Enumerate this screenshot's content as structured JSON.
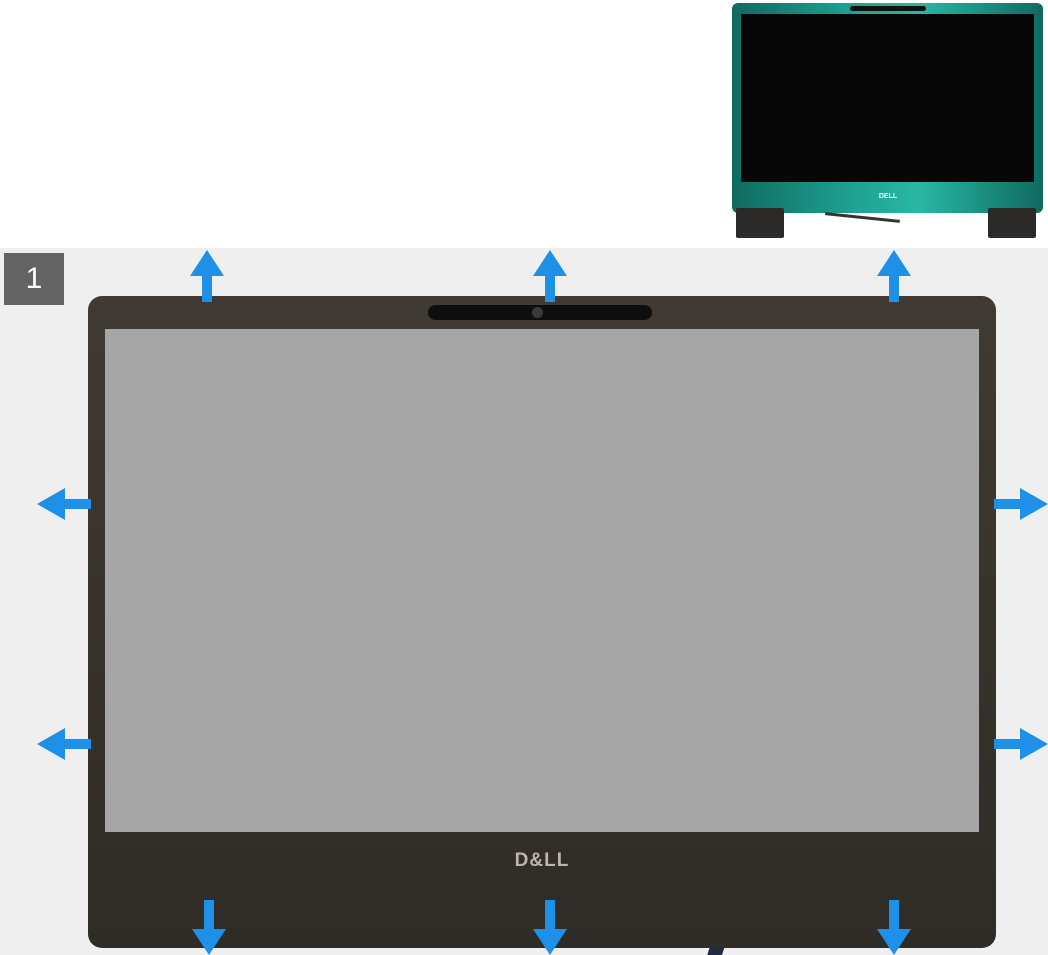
{
  "thumbnail": {
    "logo_text": "DELL",
    "frame_color": "#1fa393"
  },
  "step": {
    "number": "1"
  },
  "main": {
    "logo_text": "D&LL",
    "screen_color": "#a6a6a6",
    "bezel_color": "#3f3a33",
    "arrow_color": "#1e90e8"
  },
  "arrows": [
    {
      "name": "arrow-up",
      "icon": "arrow-up-icon"
    },
    {
      "name": "arrow-down",
      "icon": "arrow-down-icon"
    },
    {
      "name": "arrow-left",
      "icon": "arrow-left-icon"
    },
    {
      "name": "arrow-right",
      "icon": "arrow-right-icon"
    }
  ]
}
